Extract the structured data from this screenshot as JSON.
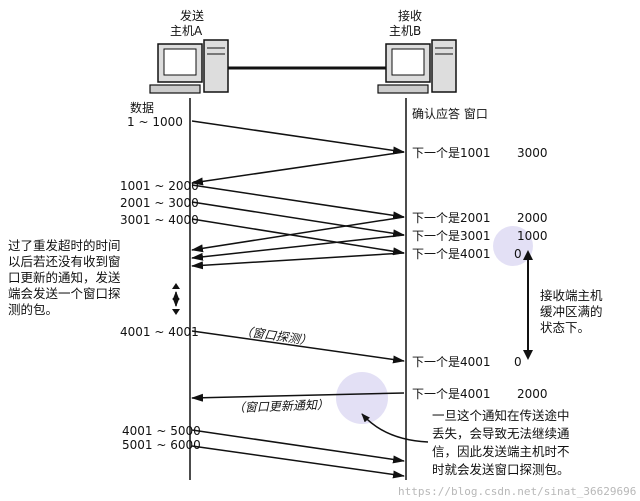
{
  "hosts": {
    "sender": {
      "line1": "发送",
      "line2": "主机A",
      "icon": "computer-icon"
    },
    "receiver": {
      "line1": "接收",
      "line2": "主机B",
      "icon": "computer-icon"
    }
  },
  "left_header": "数据",
  "right_header": "确认应答 窗口",
  "segments": {
    "s1": "1 ~ 1000",
    "s2": "1001 ~ 2000",
    "s3": "2001 ~ 3000",
    "s4": "3001 ~ 4000",
    "probe1": "4001 ~ 4001",
    "s5": "4001 ~ 5000",
    "s6": "5001 ~ 6000"
  },
  "acks": {
    "a1": {
      "text": "下一个是1001",
      "window": "3000"
    },
    "a2": {
      "text": "下一个是2001",
      "window": "2000"
    },
    "a3": {
      "text": "下一个是3001",
      "window": "1000"
    },
    "a4": {
      "text": "下一个是4001",
      "window": "0"
    },
    "a5": {
      "text": "下一个是4001",
      "window": "0"
    },
    "a6": {
      "text": "下一个是4001",
      "window": "2000"
    }
  },
  "labels": {
    "probe": "（窗口探测）",
    "update": "（窗口更新通知）"
  },
  "notes": {
    "left": [
      "过了重发超时的时间",
      "以后若还没有收到窗",
      "口更新的通知，发送",
      "端会发送一个窗口探",
      "测的包。"
    ],
    "right": [
      "接收端主机",
      "缓冲区满的",
      "状态下。"
    ],
    "bottom": [
      "一旦这个通知在传送途中",
      "丢失，会导致无法继续通",
      "信，因此发送端主机时不",
      "时就会发送窗口探测包。"
    ]
  },
  "watermark": "https://blog.csdn.net/sinat_36629696"
}
